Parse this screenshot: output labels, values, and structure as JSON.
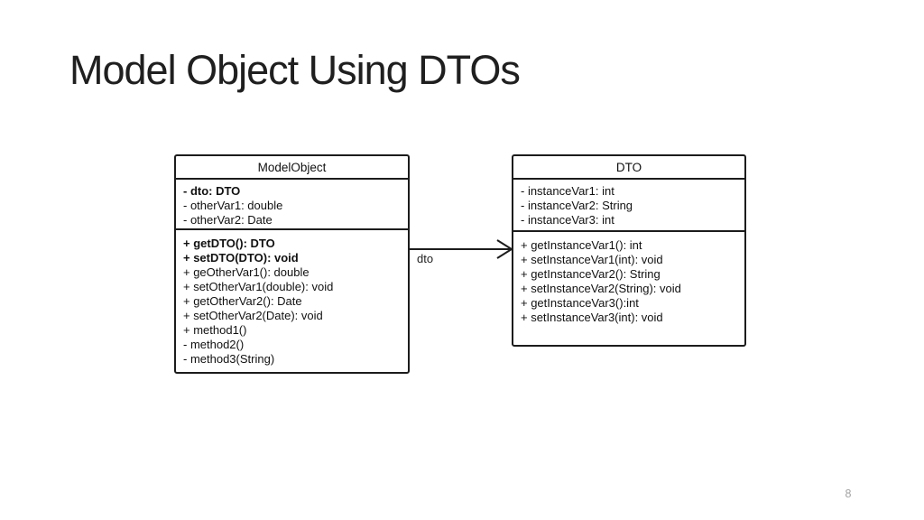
{
  "slide": {
    "title": "Model Object Using DTOs",
    "page_number": "8"
  },
  "colors": {
    "line": "#1c1c1c",
    "text": "#111111",
    "page_number": "#a3a3a3",
    "background": "#ffffff"
  },
  "diagram": {
    "connector": {
      "label": "dto",
      "type": "directed-association",
      "from": "ModelObject",
      "to": "DTO"
    },
    "model_object_class": {
      "name": "ModelObject",
      "attributes": [
        "- dto: DTO",
        "- otherVar1: double",
        "- otherVar2: Date"
      ],
      "methods": [
        "+ getDTO(): DTO",
        "+ setDTO(DTO): void",
        "+ geOtherVar1(): double",
        "+ setOtherVar1(double): void",
        "+ getOtherVar2(): Date",
        "+ setOtherVar2(Date): void",
        "+ method1()",
        "- method2()",
        "- method3(String)"
      ]
    },
    "dto_class": {
      "name": "DTO",
      "attributes": [
        "- instanceVar1: int",
        "- instanceVar2: String",
        "- instanceVar3: int"
      ],
      "methods": [
        "+ getInstanceVar1(): int",
        "+ setInstanceVar1(int): void",
        "+ getInstanceVar2(): String",
        "+ setInstanceVar2(String): void",
        "+ getInstanceVar3():int",
        "+ setInstanceVar3(int): void"
      ]
    }
  }
}
